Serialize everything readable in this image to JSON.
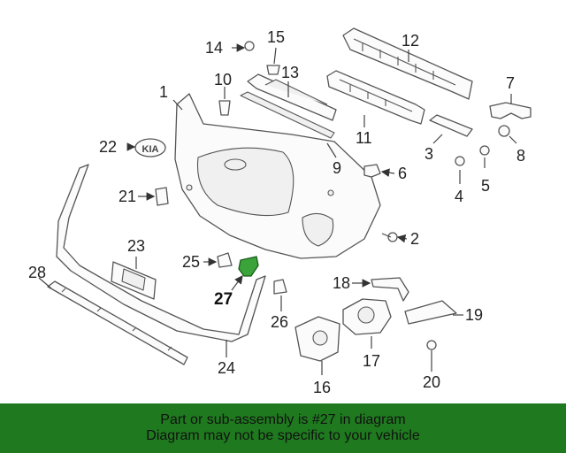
{
  "callouts": {
    "c1": "1",
    "c2": "2",
    "c3": "3",
    "c4": "4",
    "c5": "5",
    "c6": "6",
    "c7": "7",
    "c8": "8",
    "c9": "9",
    "c10": "10",
    "c11": "11",
    "c12": "12",
    "c13": "13",
    "c14": "14",
    "c15": "15",
    "c16": "16",
    "c17": "17",
    "c18": "18",
    "c19": "19",
    "c20": "20",
    "c21": "21",
    "c22": "22",
    "c23": "23",
    "c24": "24",
    "c25": "25",
    "c26": "26",
    "c27": "27",
    "c28": "28"
  },
  "highlight_part": "27",
  "highlight_color": "#3aa43a",
  "banner": {
    "line1": "Part or sub-assembly is #27 in diagram",
    "line2": "Diagram may not be specific to your vehicle",
    "background": "#1f7a1f"
  },
  "logo_text": "KIA"
}
